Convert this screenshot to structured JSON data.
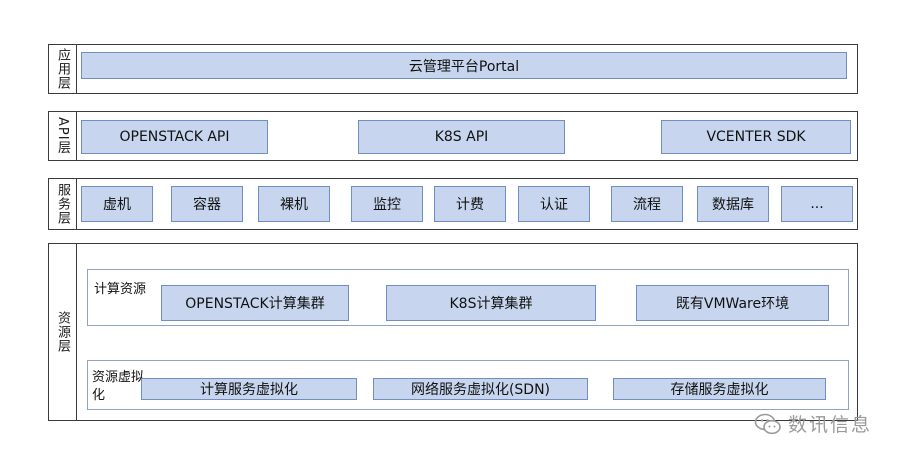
{
  "layers": {
    "app": {
      "label": "应用层",
      "portal": "云管理平台Portal"
    },
    "api": {
      "label": "API层",
      "items": [
        "OPENSTACK  API",
        "K8S API",
        "VCENTER SDK"
      ]
    },
    "service": {
      "label": "服务层",
      "items": [
        "虚机",
        "容器",
        "裸机",
        "监控",
        "计费",
        "认证",
        "流程",
        "数据库",
        "..."
      ]
    },
    "resource": {
      "label": "资源层",
      "compute": {
        "label": "计算资源",
        "items": [
          "OPENSTACK计算集群",
          "K8S计算集群",
          "既有VMWare环境"
        ]
      },
      "virtualization": {
        "label": "资源虚拟化",
        "items": [
          "计算服务虚拟化",
          "网络服务虚拟化(SDN)",
          "存储服务虚拟化"
        ]
      }
    }
  },
  "watermark": {
    "text": "数讯信息",
    "icon": "wechat-icon"
  }
}
